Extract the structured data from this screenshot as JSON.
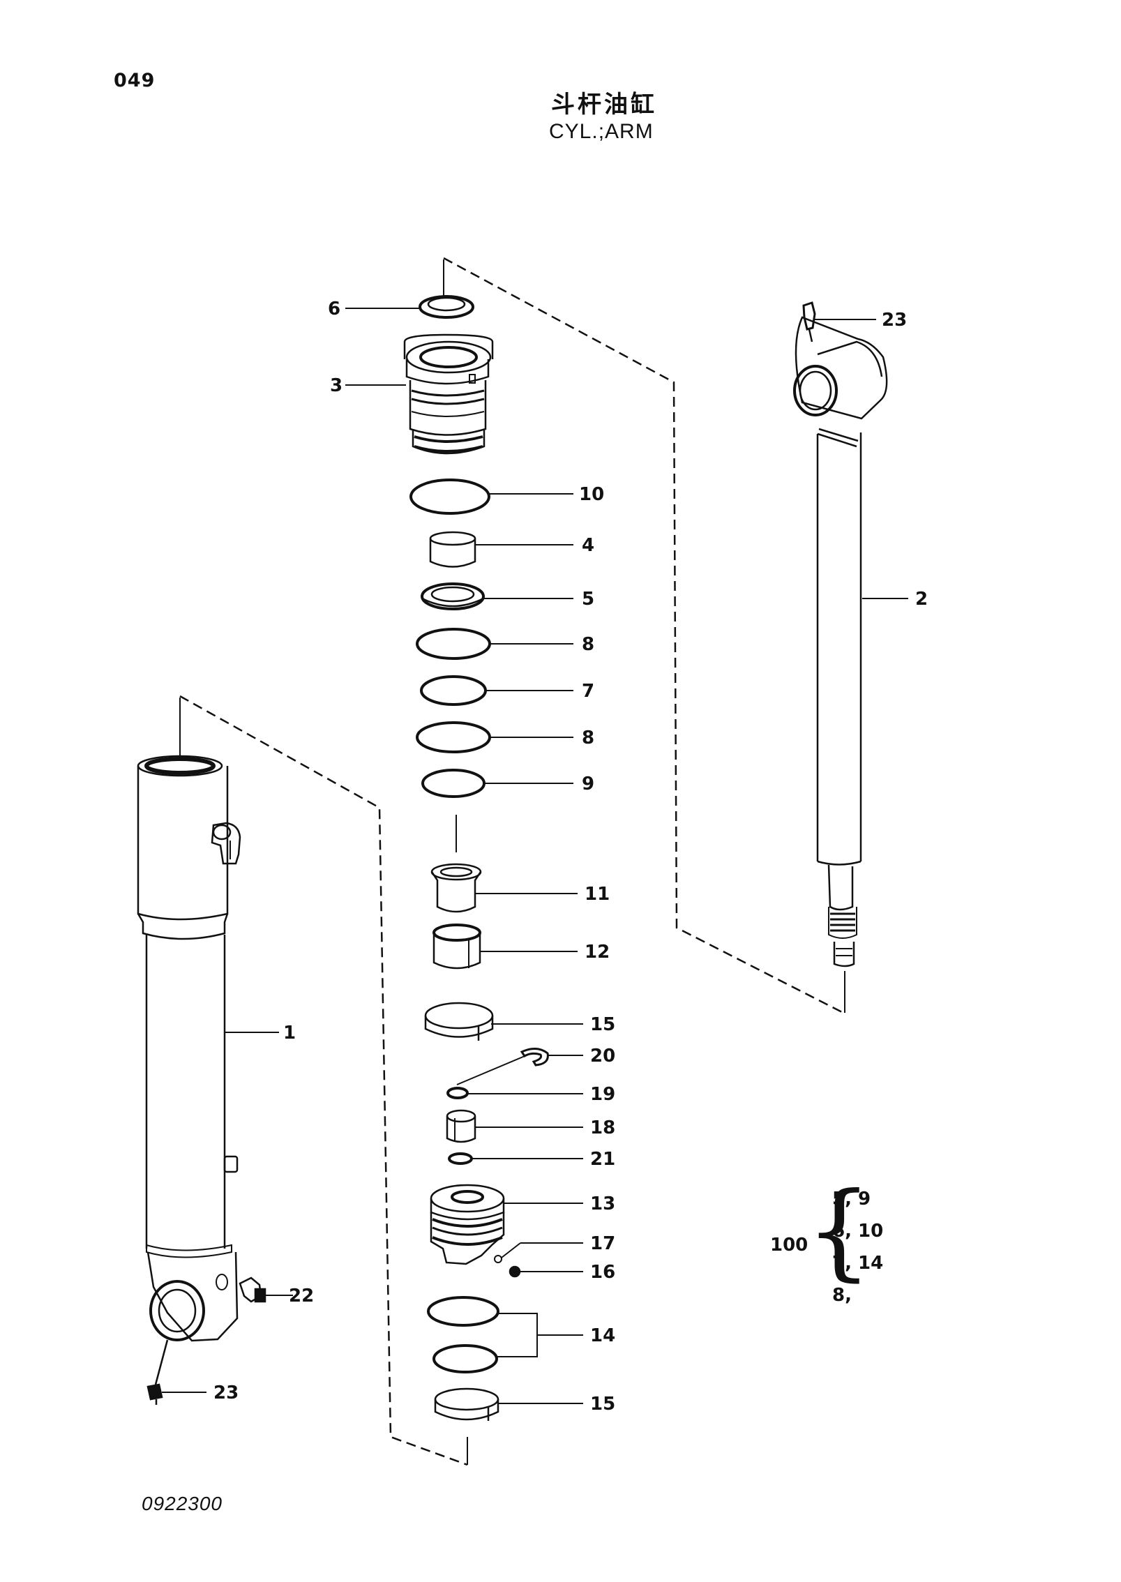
{
  "header": {
    "page_number": "049",
    "title_cn": "斗杆油缸",
    "title_en": "CYL.;ARM"
  },
  "footer": {
    "drawing_number": "0922300"
  },
  "callouts": {
    "p6": "6",
    "p3": "3",
    "p10": "10",
    "p4": "4",
    "p5": "5",
    "p8a": "8",
    "p7": "7",
    "p8b": "8",
    "p9": "9",
    "p11": "11",
    "p12": "12",
    "p15a": "15",
    "p20": "20",
    "p19": "19",
    "p18": "18",
    "p21": "21",
    "p13": "13",
    "p17": "17",
    "p16": "16",
    "p14": "14",
    "p15b": "15",
    "p1": "1",
    "p22": "22",
    "p23a": "23",
    "p23b": "23",
    "p2": "2"
  },
  "seal_kit": {
    "label": "100",
    "lines": [
      "5, 9",
      "6, 10",
      "7, 14",
      "8,"
    ]
  }
}
